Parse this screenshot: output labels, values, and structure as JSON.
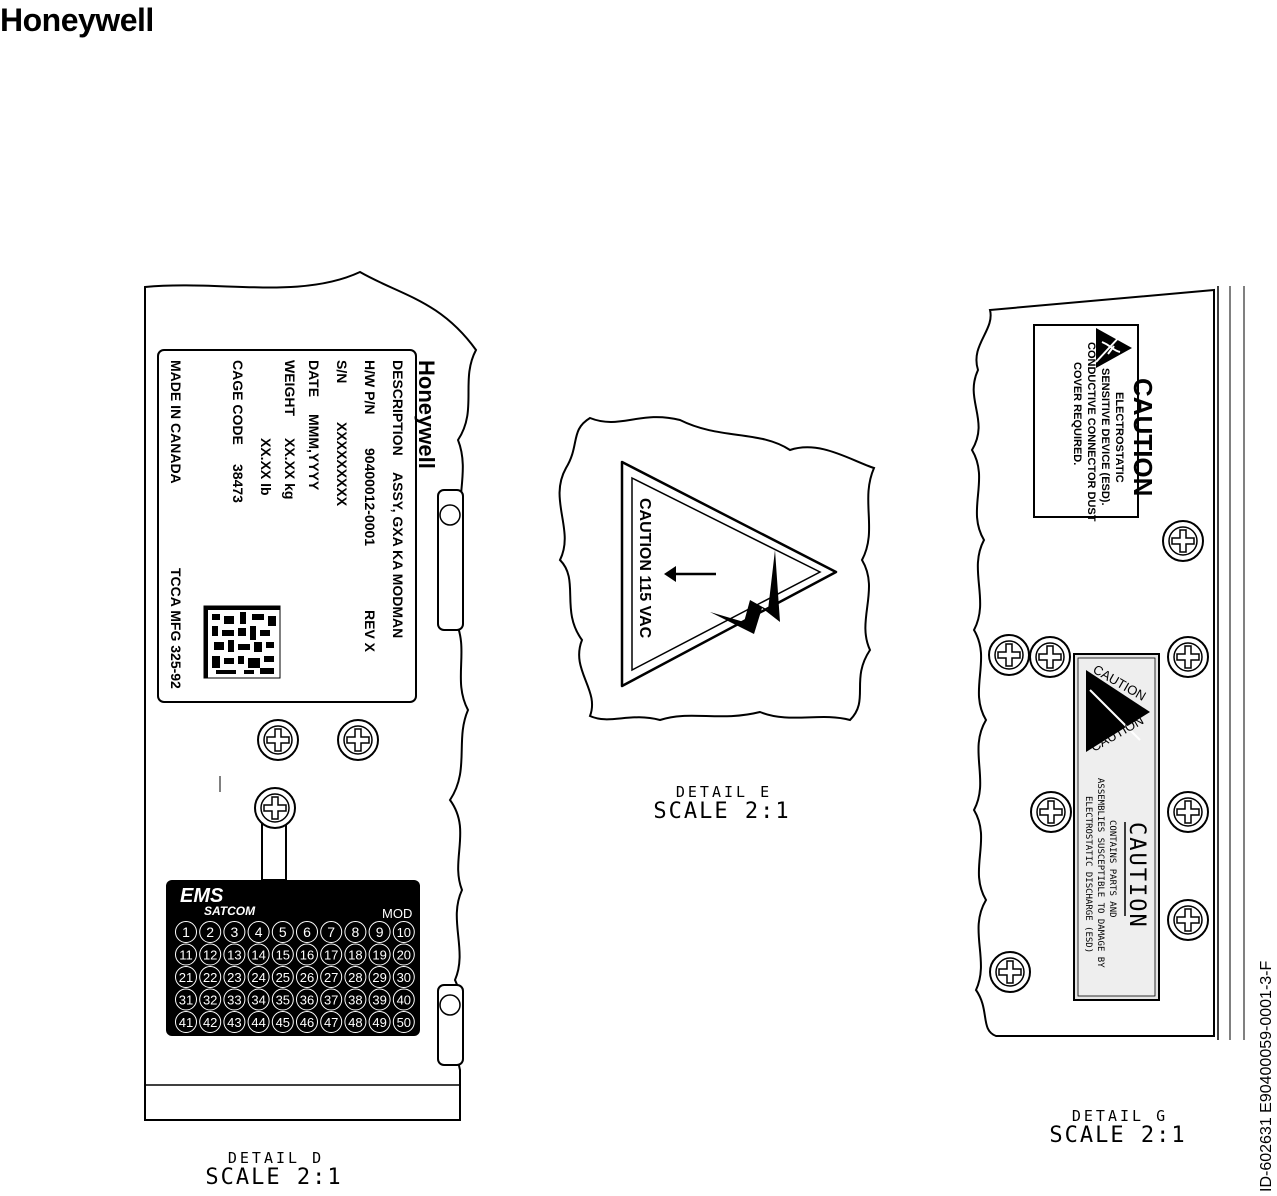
{
  "header": {
    "logo": "Honeywell"
  },
  "figure_id": "ID-602631   E90400059-0001-3-F",
  "detail_d": {
    "caption": [
      "DETAIL D",
      "SCALE 2:1"
    ],
    "label": {
      "brand": "Honeywell",
      "rows": [
        [
          "DESCRIPTION",
          "ASSY, GXA KA MODMAN"
        ],
        [
          "H/W P/N",
          "90400012-0001",
          "REV  X"
        ],
        [
          "S/N",
          "XXXXXXXXX"
        ],
        [
          "DATE",
          "MMM,YYYY"
        ],
        [
          "WEIGHT",
          "XX.XX  kg"
        ],
        [
          "",
          "XX.XX  lb"
        ],
        [
          "CAGE CODE",
          "38473"
        ],
        [
          "MADE IN CANADA",
          "",
          "TCCA MFG 325-92"
        ]
      ]
    },
    "mod_plate": {
      "brand": "EMS",
      "sub": "SATCOM",
      "title": "MOD",
      "numbers": [
        "1",
        "2",
        "3",
        "4",
        "5",
        "6",
        "7",
        "8",
        "9",
        "10",
        "11",
        "12",
        "13",
        "14",
        "15",
        "16",
        "17",
        "18",
        "19",
        "20",
        "21",
        "22",
        "23",
        "24",
        "25",
        "26",
        "27",
        "28",
        "29",
        "30",
        "31",
        "32",
        "33",
        "34",
        "35",
        "36",
        "37",
        "38",
        "39",
        "40",
        "41",
        "42",
        "43",
        "44",
        "45",
        "46",
        "47",
        "48",
        "49",
        "50"
      ]
    }
  },
  "detail_e": {
    "caption": [
      "DETAIL E",
      "SCALE 2:1"
    ],
    "warning": "CAUTION 115 VAC"
  },
  "detail_g": {
    "caption": [
      "DETAIL G",
      "SCALE 2:1"
    ],
    "label1": {
      "title": "CAUTION",
      "lines": [
        "ELECTROSTATIC",
        "SENSITIVE DEVICE (ESD).",
        "CONDUCTIVE CONNECTOR DUST",
        "COVER REQUIRED."
      ]
    },
    "label2": {
      "ring_top": "CAUTION",
      "ring_bottom": "CAUTION",
      "title": "CAUTION",
      "lines": [
        "CONTAINS PARTS AND",
        "ASSEMBLIES SUSCEPTIBLE TO DAMAGE BY",
        "ELECTROSTATIC DISCHARGE (ESD)"
      ]
    }
  }
}
